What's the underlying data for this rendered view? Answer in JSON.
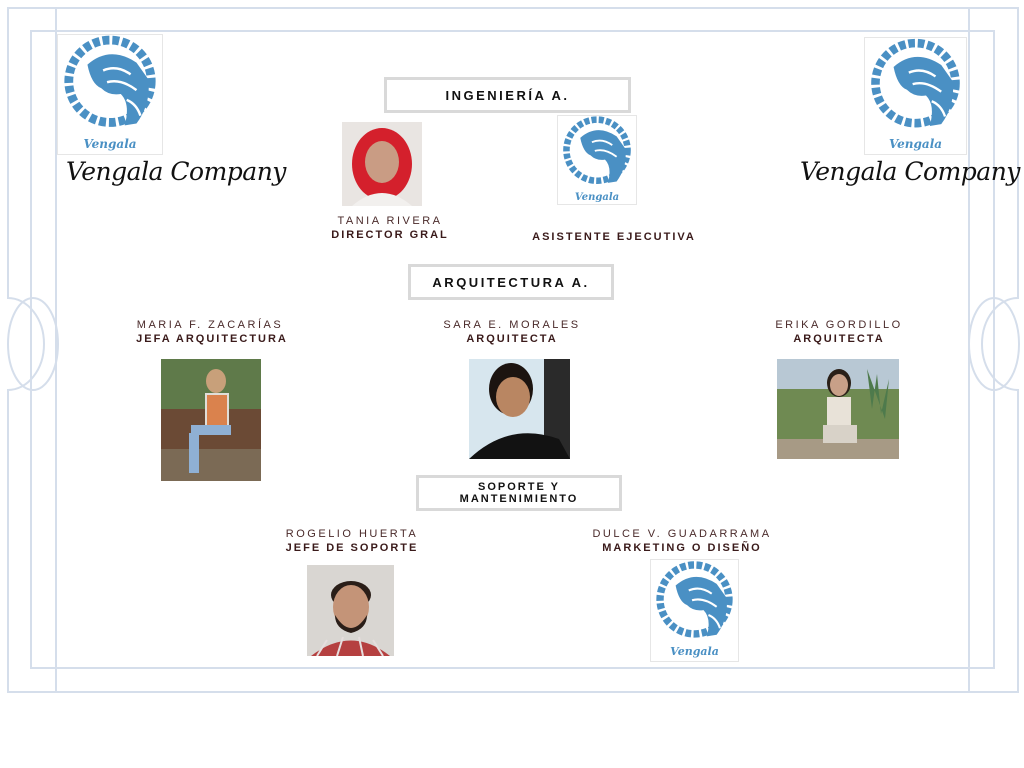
{
  "brand": {
    "company_name": "Vengala Company",
    "logo_caption": "Vengala",
    "logo_color": "#4a90c4",
    "frame_color": "#d5deeb"
  },
  "sections": {
    "ingenieria": "INGENIERÍA A.",
    "arquitectura": "ARQUITECTURA A.",
    "soporte_line1": "SOPORTE Y",
    "soporte_line2": "MANTENIMIENTO"
  },
  "people": {
    "tania": {
      "name": "TANIA RIVERA",
      "role": "DIRECTOR GRAL"
    },
    "asistente": {
      "role": "ASISTENTE EJECUTIVA"
    },
    "maria": {
      "name": "MARIA F. ZACARÍAS",
      "role": "JEFA ARQUITECTURA"
    },
    "sara": {
      "name": "SARA E. MORALES",
      "role": "ARQUITECTA"
    },
    "erika": {
      "name": "ERIKA GORDILLO",
      "role": "ARQUITECTA"
    },
    "rogelio": {
      "name": "ROGELIO HUERTA",
      "role": "JEFE DE SOPORTE"
    },
    "dulce": {
      "name": "DULCE V. GUADARRAMA",
      "role": "MARKETING O DISEÑO"
    }
  }
}
